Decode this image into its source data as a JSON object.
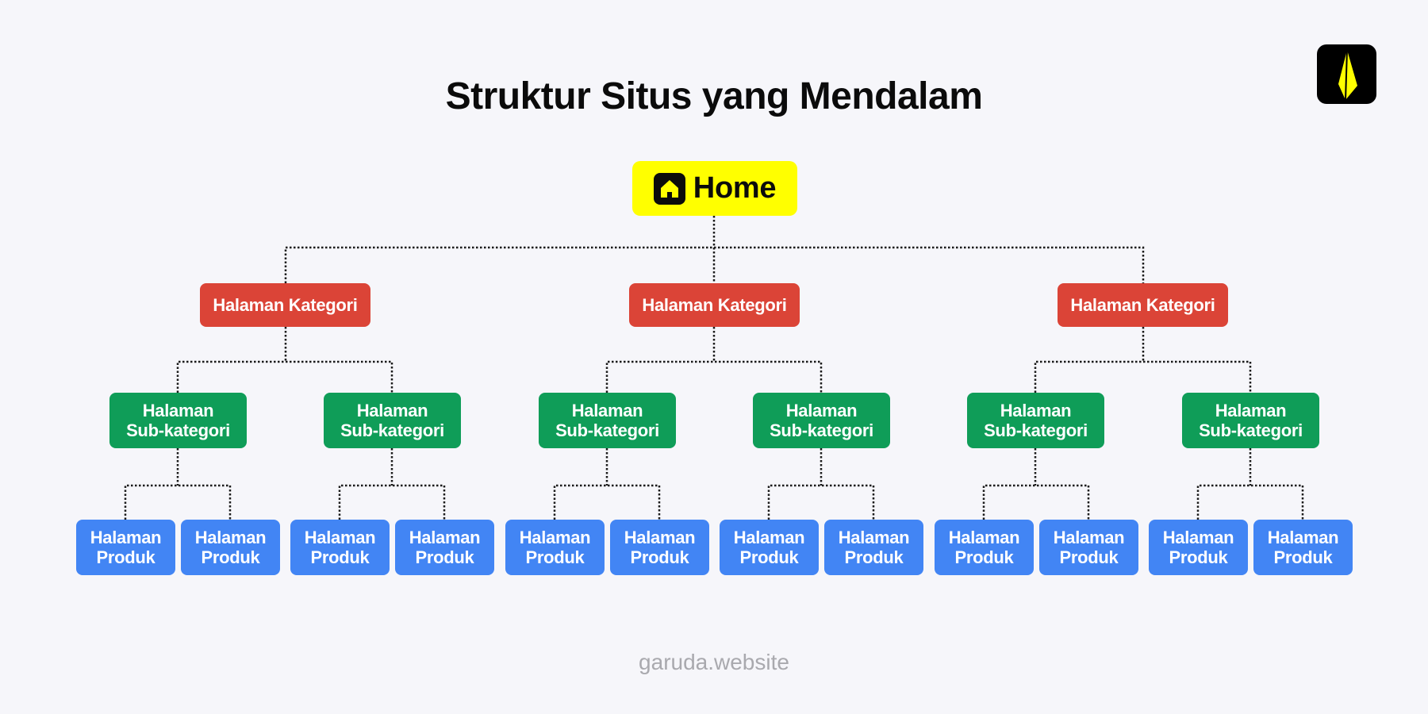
{
  "title": "Struktur Situs yang Mendalam",
  "logo": {
    "icon": "garuda-quill-icon",
    "color": "#ffff00",
    "background": "#000000"
  },
  "home": {
    "label": "Home",
    "icon": "home-icon",
    "color": "#ffff00"
  },
  "categories": [
    {
      "label": "Halaman Kategori"
    },
    {
      "label": "Halaman Kategori"
    },
    {
      "label": "Halaman Kategori"
    }
  ],
  "subcategories": [
    {
      "line1": "Halaman",
      "line2": "Sub-kategori"
    },
    {
      "line1": "Halaman",
      "line2": "Sub-kategori"
    },
    {
      "line1": "Halaman",
      "line2": "Sub-kategori"
    },
    {
      "line1": "Halaman",
      "line2": "Sub-kategori"
    },
    {
      "line1": "Halaman",
      "line2": "Sub-kategori"
    },
    {
      "line1": "Halaman",
      "line2": "Sub-kategori"
    }
  ],
  "products": [
    {
      "line1": "Halaman",
      "line2": "Produk"
    },
    {
      "line1": "Halaman",
      "line2": "Produk"
    },
    {
      "line1": "Halaman",
      "line2": "Produk"
    },
    {
      "line1": "Halaman",
      "line2": "Produk"
    },
    {
      "line1": "Halaman",
      "line2": "Produk"
    },
    {
      "line1": "Halaman",
      "line2": "Produk"
    },
    {
      "line1": "Halaman",
      "line2": "Produk"
    },
    {
      "line1": "Halaman",
      "line2": "Produk"
    },
    {
      "line1": "Halaman",
      "line2": "Produk"
    },
    {
      "line1": "Halaman",
      "line2": "Produk"
    },
    {
      "line1": "Halaman",
      "line2": "Produk"
    },
    {
      "line1": "Halaman",
      "line2": "Produk"
    }
  ],
  "colors": {
    "category": "#db4437",
    "subcategory": "#0f9d58",
    "product": "#4285f4",
    "connector": "#1a1a1a"
  },
  "footer": "garuda.website"
}
